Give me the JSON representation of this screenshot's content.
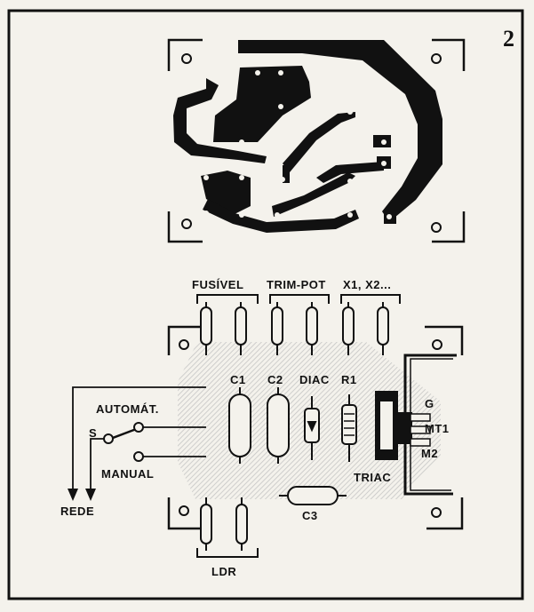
{
  "figure_number": "2",
  "layout_labels": {
    "fusivel": "FUSÍVEL",
    "trimpot": "TRIM-POT",
    "x1x2": "X1, X2...",
    "c1": "C1",
    "c2": "C2",
    "diac": "DIAC",
    "r1": "R1",
    "g": "G",
    "mt1": "MT1",
    "mt2": "M2",
    "automat": "AUTOMÁT.",
    "s": "S",
    "manual": "MANUAL",
    "rede": "REDE",
    "triac": "TRIAC",
    "c3": "C3",
    "ldr": "LDR"
  },
  "colors": {
    "ink": "#111111",
    "paper": "#f4f2ec",
    "shade": "#cfcfcf"
  }
}
